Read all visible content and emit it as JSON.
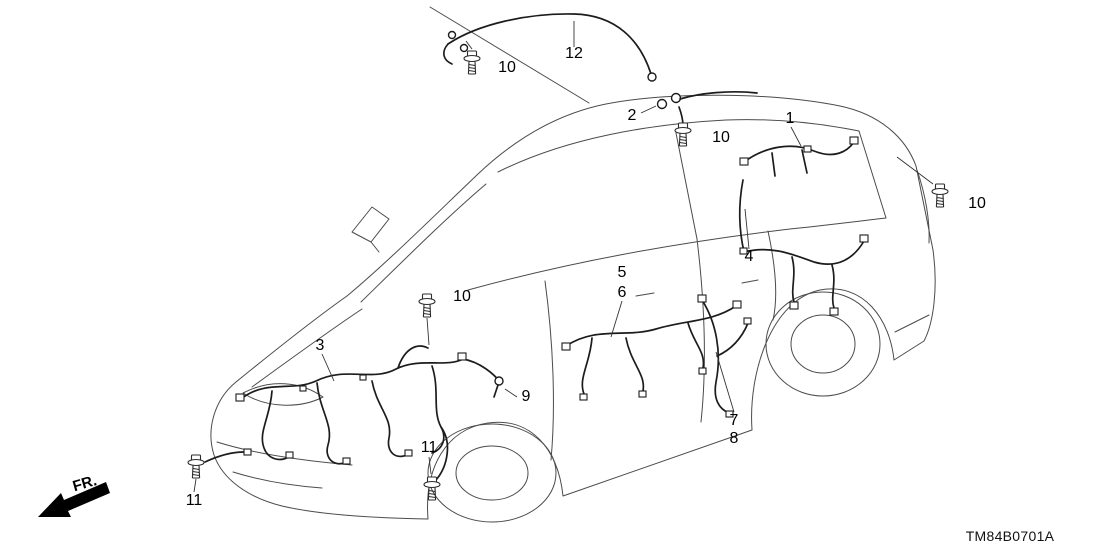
{
  "diagram": {
    "title_code": "TM84B0701A",
    "direction_label": "FR.",
    "colors": {
      "background": "#ffffff",
      "body_line": "#4b4b4b",
      "harness_line": "#1c1c1c"
    },
    "callouts": [
      {
        "ref": "bolt-roof",
        "text": "10"
      },
      {
        "ref": "roof-feeder-wire",
        "text": "12"
      },
      {
        "ref": "roof-clip",
        "text": "2"
      },
      {
        "ref": "bolt-center-pillar",
        "text": "10"
      },
      {
        "ref": "rear-harness-upper",
        "text": "1"
      },
      {
        "ref": "bolt-rear-pillar",
        "text": "10"
      },
      {
        "ref": "rear-harness-trunk",
        "text": "4"
      },
      {
        "ref": "floor-harness-a",
        "text": "5"
      },
      {
        "ref": "floor-harness-b",
        "text": "6"
      },
      {
        "ref": "bolt-dashboard",
        "text": "10"
      },
      {
        "ref": "cabin-harness",
        "text": "3"
      },
      {
        "ref": "sensor-pigtail",
        "text": "9"
      },
      {
        "ref": "bolt-front-floor",
        "text": "11"
      },
      {
        "ref": "door-harness-a",
        "text": "7"
      },
      {
        "ref": "door-harness-b",
        "text": "8"
      },
      {
        "ref": "bolt-front-bumper",
        "text": "11"
      }
    ]
  }
}
